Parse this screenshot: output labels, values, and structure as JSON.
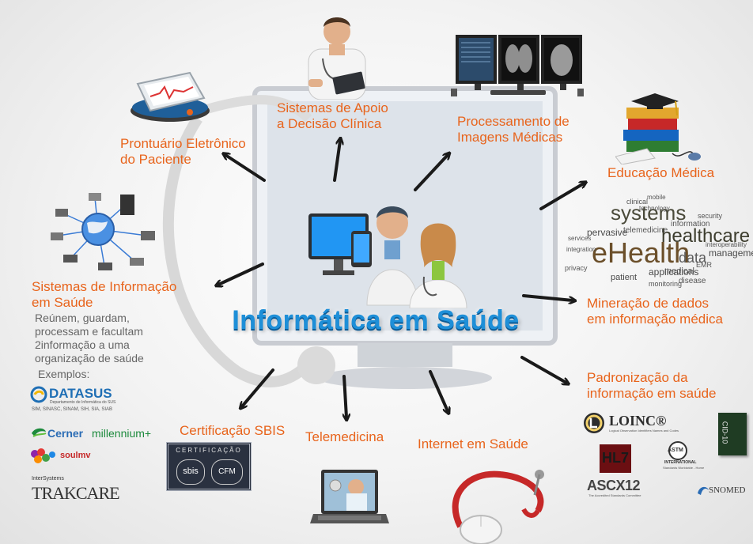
{
  "title": "Informática em Saúde",
  "nodes": {
    "prontuario": [
      "Prontuário Eletrônico",
      "do Paciente"
    ],
    "apoio": [
      "Sistemas de Apoio",
      "a Decisão Clínica"
    ],
    "imagens": [
      "Processamento de",
      "Imagens Médicas"
    ],
    "educacao": "Educação Médica",
    "mineracao": [
      "Mineração de dados",
      "em informação médica"
    ],
    "padronizacao": [
      "Padronização da",
      "informação em saúde"
    ],
    "internet": "Internet em Saúde",
    "telemedicina": "Telemedicina",
    "certificacao": "Certificação SBIS",
    "sistemas": [
      "Sistemas de Informação",
      "em Saúde"
    ]
  },
  "sistemas_desc": [
    "Reúnem, guardam,",
    "processam e facultam",
    "2informação a uma",
    "organização de saúde"
  ],
  "exemplos_label": "Exemplos:",
  "logos": {
    "datasus": {
      "name": "DATASUS",
      "sub": "Departamento de Informática do SUS",
      "list": "SIM, SINASC, SINAM, SIH, SIA, SIAB"
    },
    "cerner": {
      "name": "Cerner",
      "product": "millennium+"
    },
    "soulmv": "soulmv",
    "trakcare": {
      "brand": "InterSystems",
      "name": "TRAKCARE"
    },
    "sbis": {
      "header": "CERTIFICAÇÃO",
      "left": "sbis",
      "right": "CFM"
    },
    "loinc": {
      "name": "LOINC®",
      "sub": "Logical Observation Identifiers Names and Codes"
    },
    "cid": "CID-10",
    "hl7": "HL7",
    "astm": {
      "name": "ASTM",
      "sub": "INTERNATIONAL",
      "tag": "Standards Worldwide - Home"
    },
    "ascx12": {
      "name": "ASCX12",
      "sub": "The Accredited Standards Committee"
    },
    "snomed": "SNOMED"
  },
  "wordcloud": [
    "systems",
    "eHealth",
    "healthcare",
    "data",
    "information",
    "telemedicine",
    "pervasive",
    "patient",
    "applications",
    "monitoring",
    "privacy",
    "medical",
    "management",
    "interoperability",
    "technology",
    "security",
    "clinical",
    "services",
    "integration",
    "disease",
    "EMR",
    "mobile"
  ],
  "colors": {
    "accent": "#e8641c",
    "title": "#1e8fd8",
    "arrow": "#1a1a1a"
  }
}
